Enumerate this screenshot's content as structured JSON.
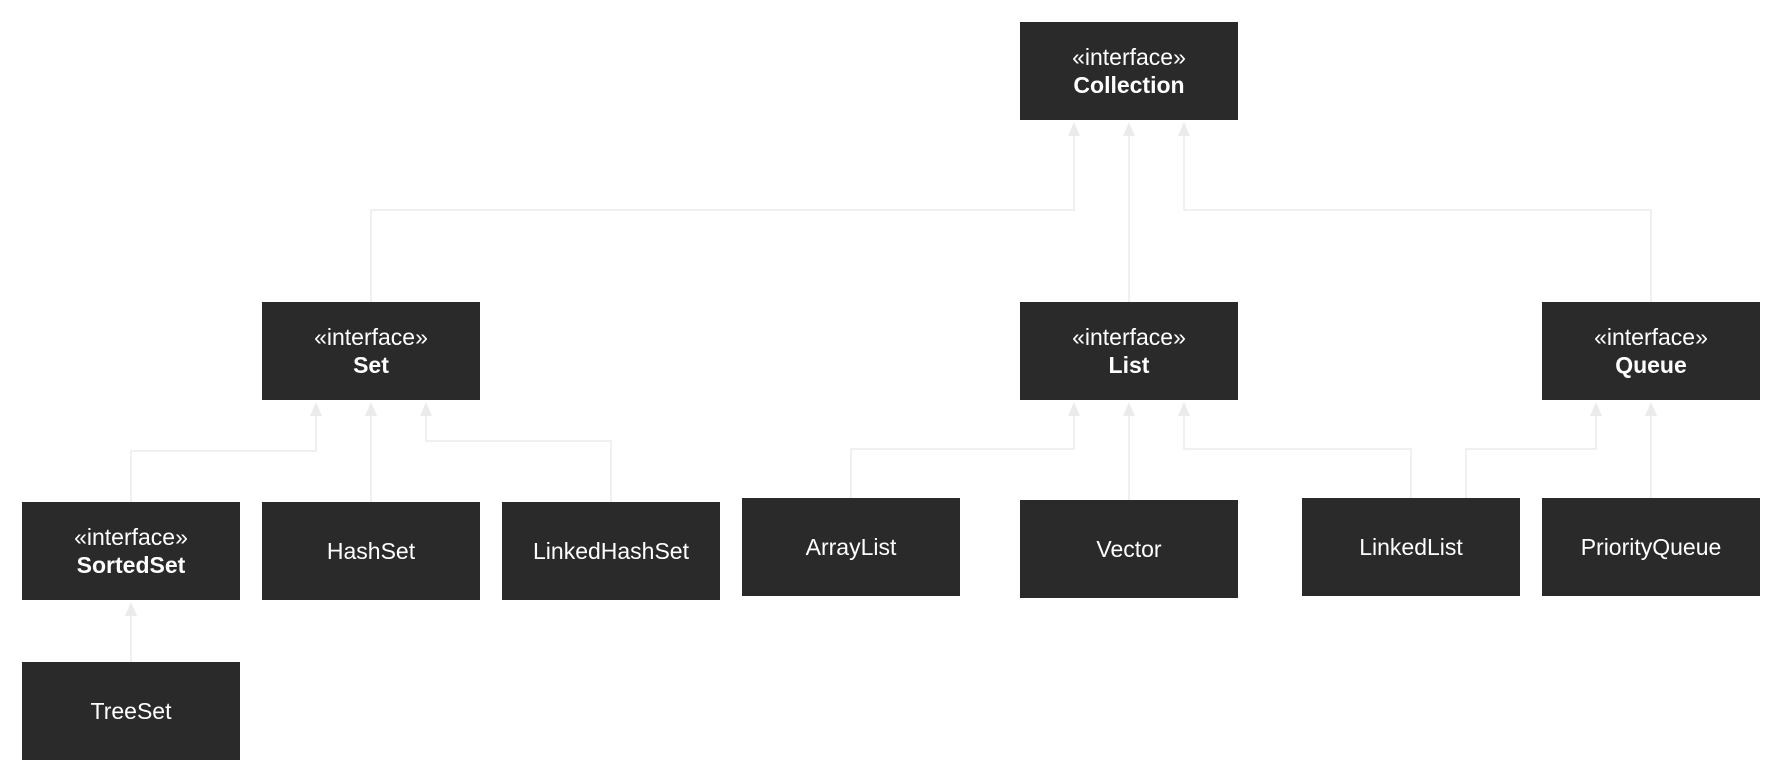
{
  "nodes": {
    "collection": {
      "stereotype": "«interface»",
      "name": "Collection"
    },
    "set": {
      "stereotype": "«interface»",
      "name": "Set"
    },
    "list": {
      "stereotype": "«interface»",
      "name": "List"
    },
    "queue": {
      "stereotype": "«interface»",
      "name": "Queue"
    },
    "sortedset": {
      "stereotype": "«interface»",
      "name": "SortedSet"
    },
    "hashset": {
      "name": "HashSet"
    },
    "linkedhashset": {
      "name": "LinkedHashSet"
    },
    "arraylist": {
      "name": "ArrayList"
    },
    "vector": {
      "name": "Vector"
    },
    "linkedlist": {
      "name": "LinkedList"
    },
    "priorityqueue": {
      "name": "PriorityQueue"
    },
    "treeset": {
      "name": "TreeSet"
    }
  },
  "edges": [
    {
      "from": "Set",
      "to": "Collection"
    },
    {
      "from": "List",
      "to": "Collection"
    },
    {
      "from": "Queue",
      "to": "Collection"
    },
    {
      "from": "SortedSet",
      "to": "Set"
    },
    {
      "from": "HashSet",
      "to": "Set"
    },
    {
      "from": "LinkedHashSet",
      "to": "Set"
    },
    {
      "from": "ArrayList",
      "to": "List"
    },
    {
      "from": "Vector",
      "to": "List"
    },
    {
      "from": "LinkedList",
      "to": "List"
    },
    {
      "from": "LinkedList",
      "to": "Queue"
    },
    {
      "from": "PriorityQueue",
      "to": "Queue"
    },
    {
      "from": "TreeSet",
      "to": "SortedSet"
    }
  ],
  "colors": {
    "node_fill": "#2a2a2a",
    "node_text": "#ffffff",
    "edge": "#ebebeb",
    "background": "#ffffff"
  }
}
